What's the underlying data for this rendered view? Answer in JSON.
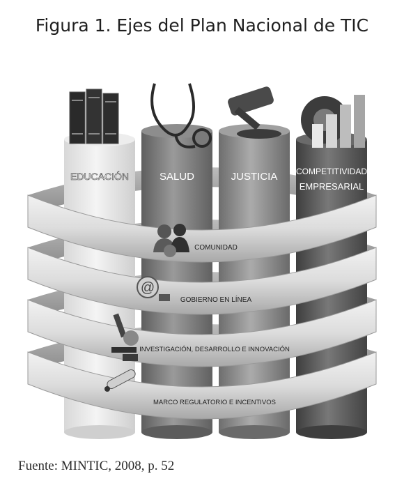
{
  "title": "Figura 1. Ejes del Plan Nacional de TIC",
  "pillars": [
    {
      "label": "EDUCACIÓN",
      "icon": "books-icon"
    },
    {
      "label": "SALUD",
      "icon": "stethoscope-icon"
    },
    {
      "label": "JUSTICIA",
      "icon": "gavel-icon"
    },
    {
      "label_line1": "COMPETITIVIDAD",
      "label_line2": "EMPRESARIAL",
      "icon": "gear-chart-icon"
    }
  ],
  "rings": [
    {
      "label": "COMUNIDAD",
      "icon": "people-icon"
    },
    {
      "label": "GOBIERNO EN LÍNEA",
      "icon": "at-sign-icon"
    },
    {
      "label": "INVESTIGACIÓN, DESARROLLO E INNOVACIÓN",
      "icon": "microscope-icon"
    },
    {
      "label": "MARCO REGULATORIO E INCENTIVOS",
      "icon": "scroll-icon"
    }
  ],
  "source": "Fuente: MINTIC, 2008, p. 52"
}
